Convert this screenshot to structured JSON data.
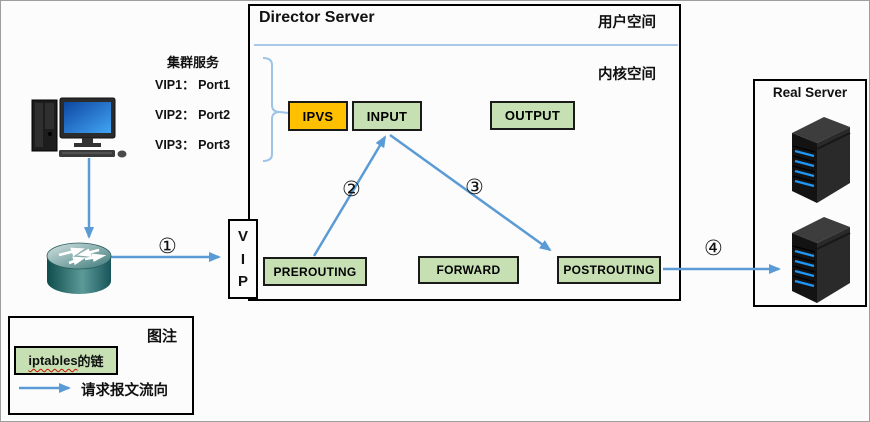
{
  "director": {
    "title": "Director Server",
    "user_space_label": "用户空间",
    "kernel_space_label": "内核空间"
  },
  "cluster_service": {
    "title": "集群服务",
    "entries": [
      "VIP1： Port1",
      "VIP2： Port2",
      "VIP3： Port3"
    ]
  },
  "nodes": {
    "ipvs": "IPVS",
    "input": "INPUT",
    "output": "OUTPUT",
    "prerouting": "PREROUTING",
    "forward": "FORWARD",
    "postrouting": "POSTROUTING",
    "vip_letters": [
      "V",
      "I",
      "P"
    ]
  },
  "real_server": {
    "title": "Real Server"
  },
  "flow_steps": [
    "①",
    "②",
    "③",
    "④"
  ],
  "legend": {
    "title": "图注",
    "iptables_chain": {
      "en": "iptables",
      "zh": "的链"
    },
    "flow_direction": "请求报文流向"
  },
  "colors": {
    "ipvs_fill": "#FFC000",
    "chain_fill": "#C6E0B4",
    "arrow_blue": "#5B9BD5",
    "brace_blue": "#9DC3E6",
    "router_teal": "#2E6F6F",
    "screen_blue": "#1565C0",
    "server_led_blue": "#2196F3"
  }
}
